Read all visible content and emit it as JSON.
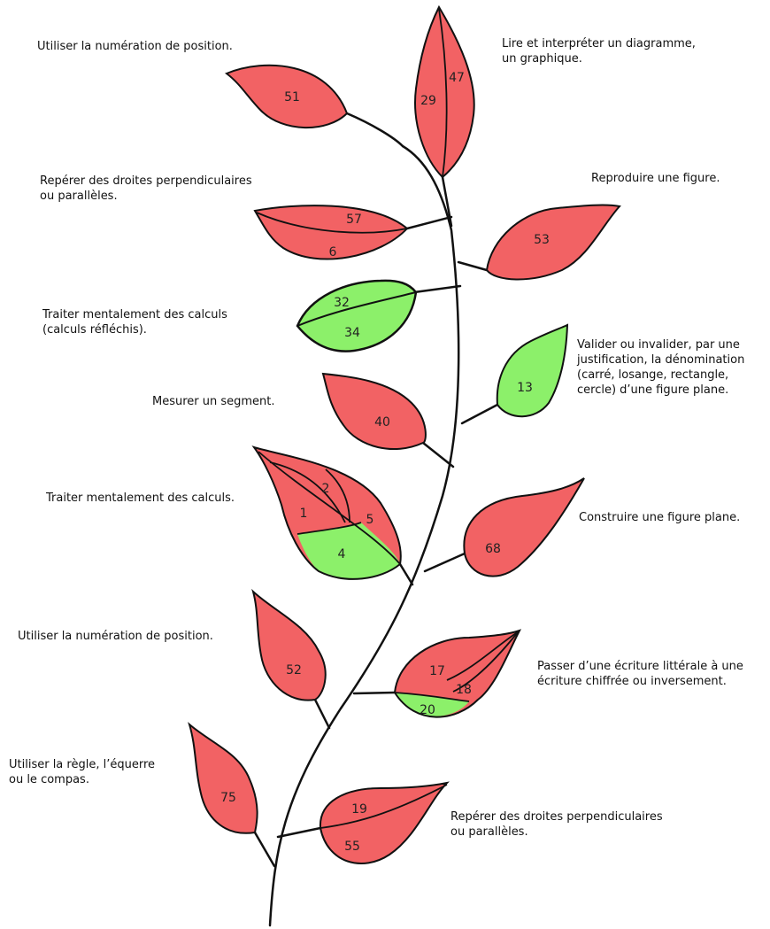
{
  "colors": {
    "red": "#f26264",
    "green": "#8cf06a",
    "outline": "#111111"
  },
  "labels": {
    "l1": "Utiliser la numération de position.",
    "l2": "Lire et interpréter un diagramme,\nun graphique.",
    "l3": "Repérer des droites perpendiculaires\nou parallèles.",
    "l4": "Reproduire une figure.",
    "l5": "Traiter mentalement des calculs\n(calculs réfléchis).",
    "l6": "Valider ou invalider, par une\njustification, la dénomination\n(carré, losange, rectangle,\ncercle) d’une figure plane.",
    "l7": "Mesurer un segment.",
    "l8": "Traiter mentalement des calculs.",
    "l9": "Construire une figure plane.",
    "l10": "Utiliser la numération de position.",
    "l11": "Passer d’une écriture littérale à une\nécriture chiffrée ou inversement.",
    "l12": "Utiliser la règle, l’équerre\nou le compas.",
    "l13": "Repérer des droites perpendiculaires\nou parallèles."
  },
  "leaves": {
    "n51": "51",
    "n29": "29",
    "n47": "47",
    "n57": "57",
    "n6": "6",
    "n53": "53",
    "n32": "32",
    "n34": "34",
    "n13": "13",
    "n40": "40",
    "n2": "2",
    "n1": "1",
    "n5": "5",
    "n4": "4",
    "n68": "68",
    "n52": "52",
    "n17": "17",
    "n18": "18",
    "n20": "20",
    "n75": "75",
    "n19": "19",
    "n55": "55"
  }
}
